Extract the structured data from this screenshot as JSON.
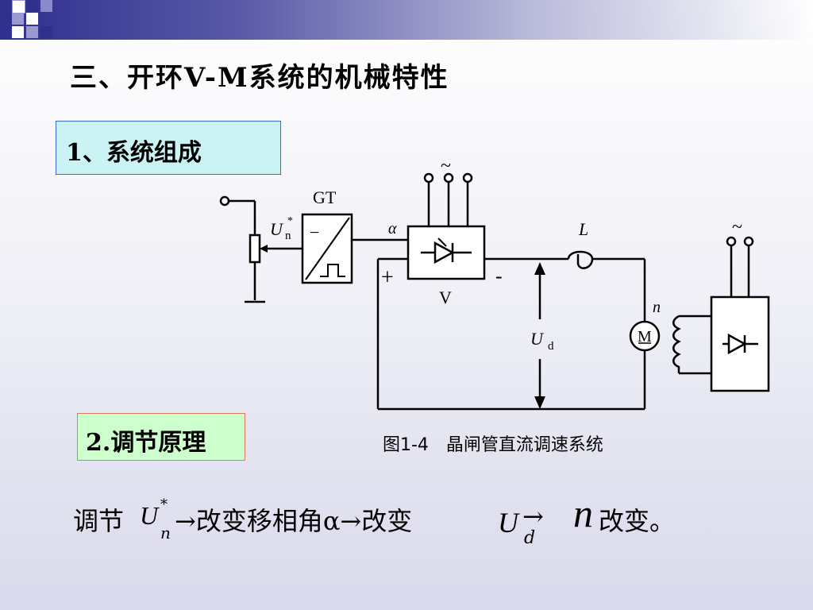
{
  "header": {
    "title": "三、开环V-M系统的机械特性"
  },
  "section1": {
    "label": "1、系统组成"
  },
  "section2": {
    "label": "2.调节原理"
  },
  "diagram": {
    "gt_label": "GT",
    "un_main": "U",
    "un_sub": "n",
    "un_sup": "*",
    "gt_minus": "−",
    "alpha": "α",
    "v_label": "V",
    "plus": "+",
    "minus": "-",
    "l_label": "L",
    "n_label": "n",
    "m_label": "M",
    "ud_main": "U",
    "ud_sub": "d",
    "tilde1": "~",
    "tilde2": "~"
  },
  "caption": "图1-4　晶闸管直流调速系统",
  "principle": {
    "p1": "调节",
    "u_main": "U",
    "u_sup": "*",
    "u_sub": "n",
    "p2": "→改变移相角α→改变",
    "ud_main": "U",
    "ud_sub": "d",
    "arrow": "→",
    "n": "n",
    "p3": "改变。"
  },
  "colors": {
    "topbar": "#2f2f8e",
    "box1_bg": "#ccf3f3",
    "box1_border": "#3a6ad6",
    "box2_bg": "#ccffcc",
    "box2_border": "#e07a5f"
  }
}
